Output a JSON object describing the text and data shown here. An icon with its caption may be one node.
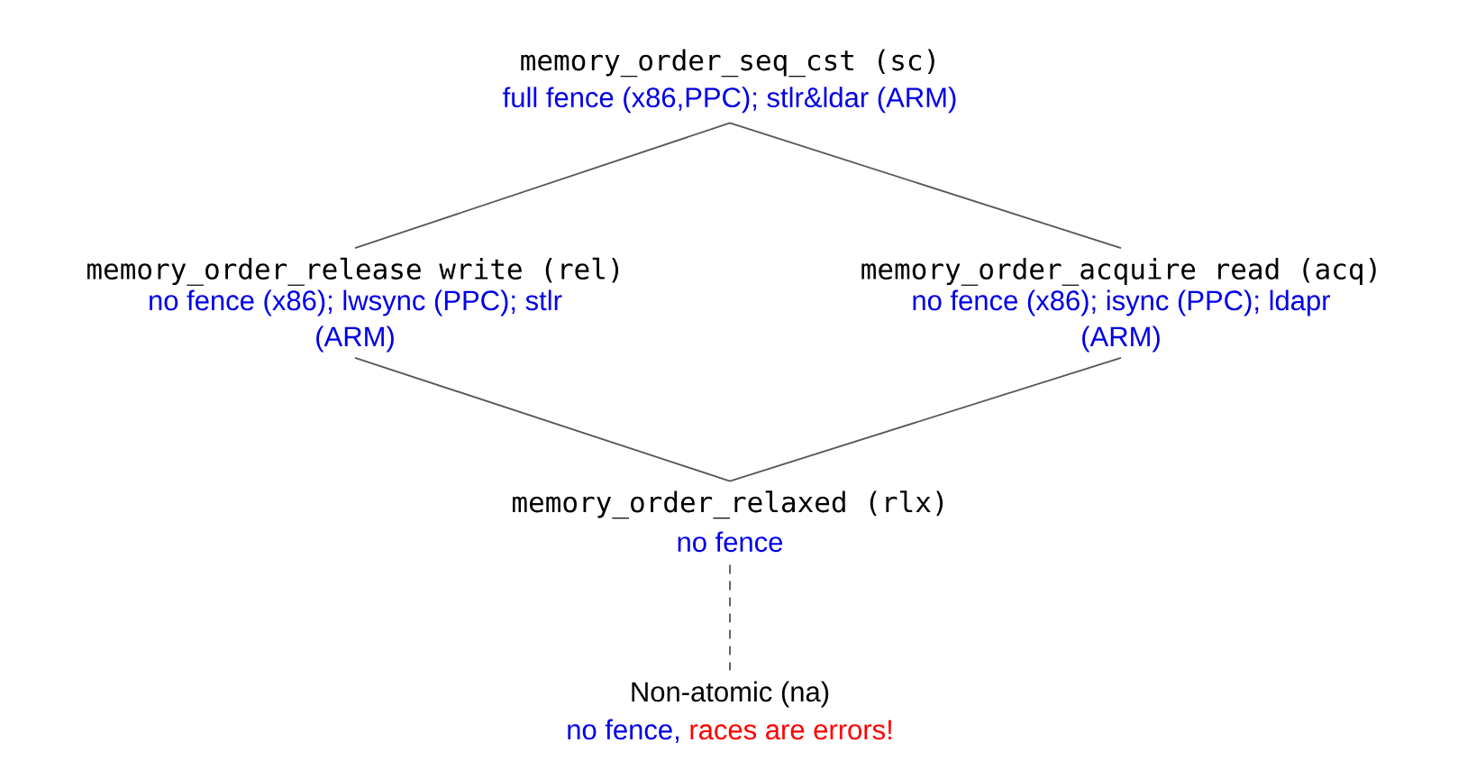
{
  "diagram": {
    "nodes": [
      {
        "text": [
          "memory_order_seq_cst (sc)",
          "full fence (x86,PPC); stlr&ldar (ARM)"
        ]
      },
      {
        "text": [
          "memory_order_release write (rel)",
          "no fence (x86); lwsync (PPC); stlr (ARM)"
        ]
      },
      {
        "text": [
          "memory_order_acquire read (acq)",
          "no fence (x86); isync (PPC); ldapr (ARM)"
        ]
      },
      {
        "text": [
          "memory_order_relaxed (rlx)",
          "no fence"
        ]
      },
      {
        "text": [
          "Non-atomic (na)",
          "no fence,",
          "races are errors!"
        ]
      }
    ],
    "edges": [
      {
        "from": 0,
        "to": 1,
        "arrow": "none"
      },
      {
        "from": 0,
        "to": 2,
        "arrow": "none"
      },
      {
        "from": 1,
        "to": 3,
        "arrow": "none"
      },
      {
        "from": 2,
        "to": 3,
        "arrow": "none"
      },
      {
        "from": 3,
        "to": 4,
        "arrow": "none",
        "style": "dashed"
      }
    ]
  }
}
